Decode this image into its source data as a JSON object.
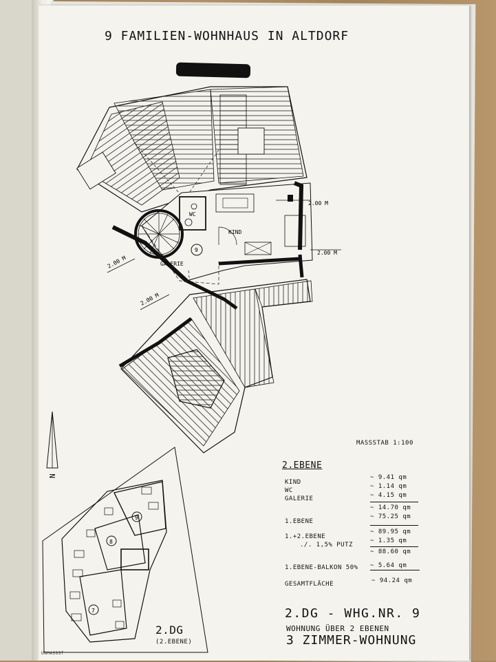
{
  "document": {
    "title": "9 FAMILIEN-WOHNHAUS IN ALTDORF",
    "scale_label": "MASSSTAB  1:100",
    "north_label": "N",
    "footer_fragment": "UNMASSST"
  },
  "plan_labels": {
    "kind": "KIND",
    "wc": "WC",
    "galerie": "GALERIE",
    "unit_no": "9",
    "dim_1": "2.00 M",
    "dim_2": "2.00 M",
    "dim_3": "2.00 M",
    "dim_4": "2.00 M"
  },
  "key_plan": {
    "unit_9": "9",
    "unit_8": "8",
    "unit_7": "7",
    "floor": "2.DG",
    "level": "(2.EBENE)"
  },
  "areas": {
    "header": "2.EBENE",
    "rows": [
      {
        "label": "KIND",
        "value": "~  9.41 qm"
      },
      {
        "label": "WC",
        "value": "~  1.14 qm"
      },
      {
        "label": "GALERIE",
        "value": "~  4.15 qm"
      },
      {
        "label": "",
        "value": "~ 14.70 qm"
      },
      {
        "label": "1.EBENE",
        "value": "~ 75.25 qm"
      },
      {
        "label": "1.+2.EBENE",
        "value": "~ 89.95 qm"
      },
      {
        "label": "./. 1,5% PUTZ",
        "value": "~  1.35 qm"
      },
      {
        "label": "",
        "value": "~ 88.60 qm"
      },
      {
        "label": "1.EBENE-BALKON   50%",
        "value": "~  5.64 qm"
      },
      {
        "label": "GESAMTFLÄCHE",
        "value": "~ 94.24 qm"
      }
    ]
  },
  "unit": {
    "line1": "2.DG - WHG.NR. 9",
    "line2": "WOHNUNG ÜBER 2 EBENEN",
    "line3": "3 ZIMMER-WOHNUNG"
  }
}
